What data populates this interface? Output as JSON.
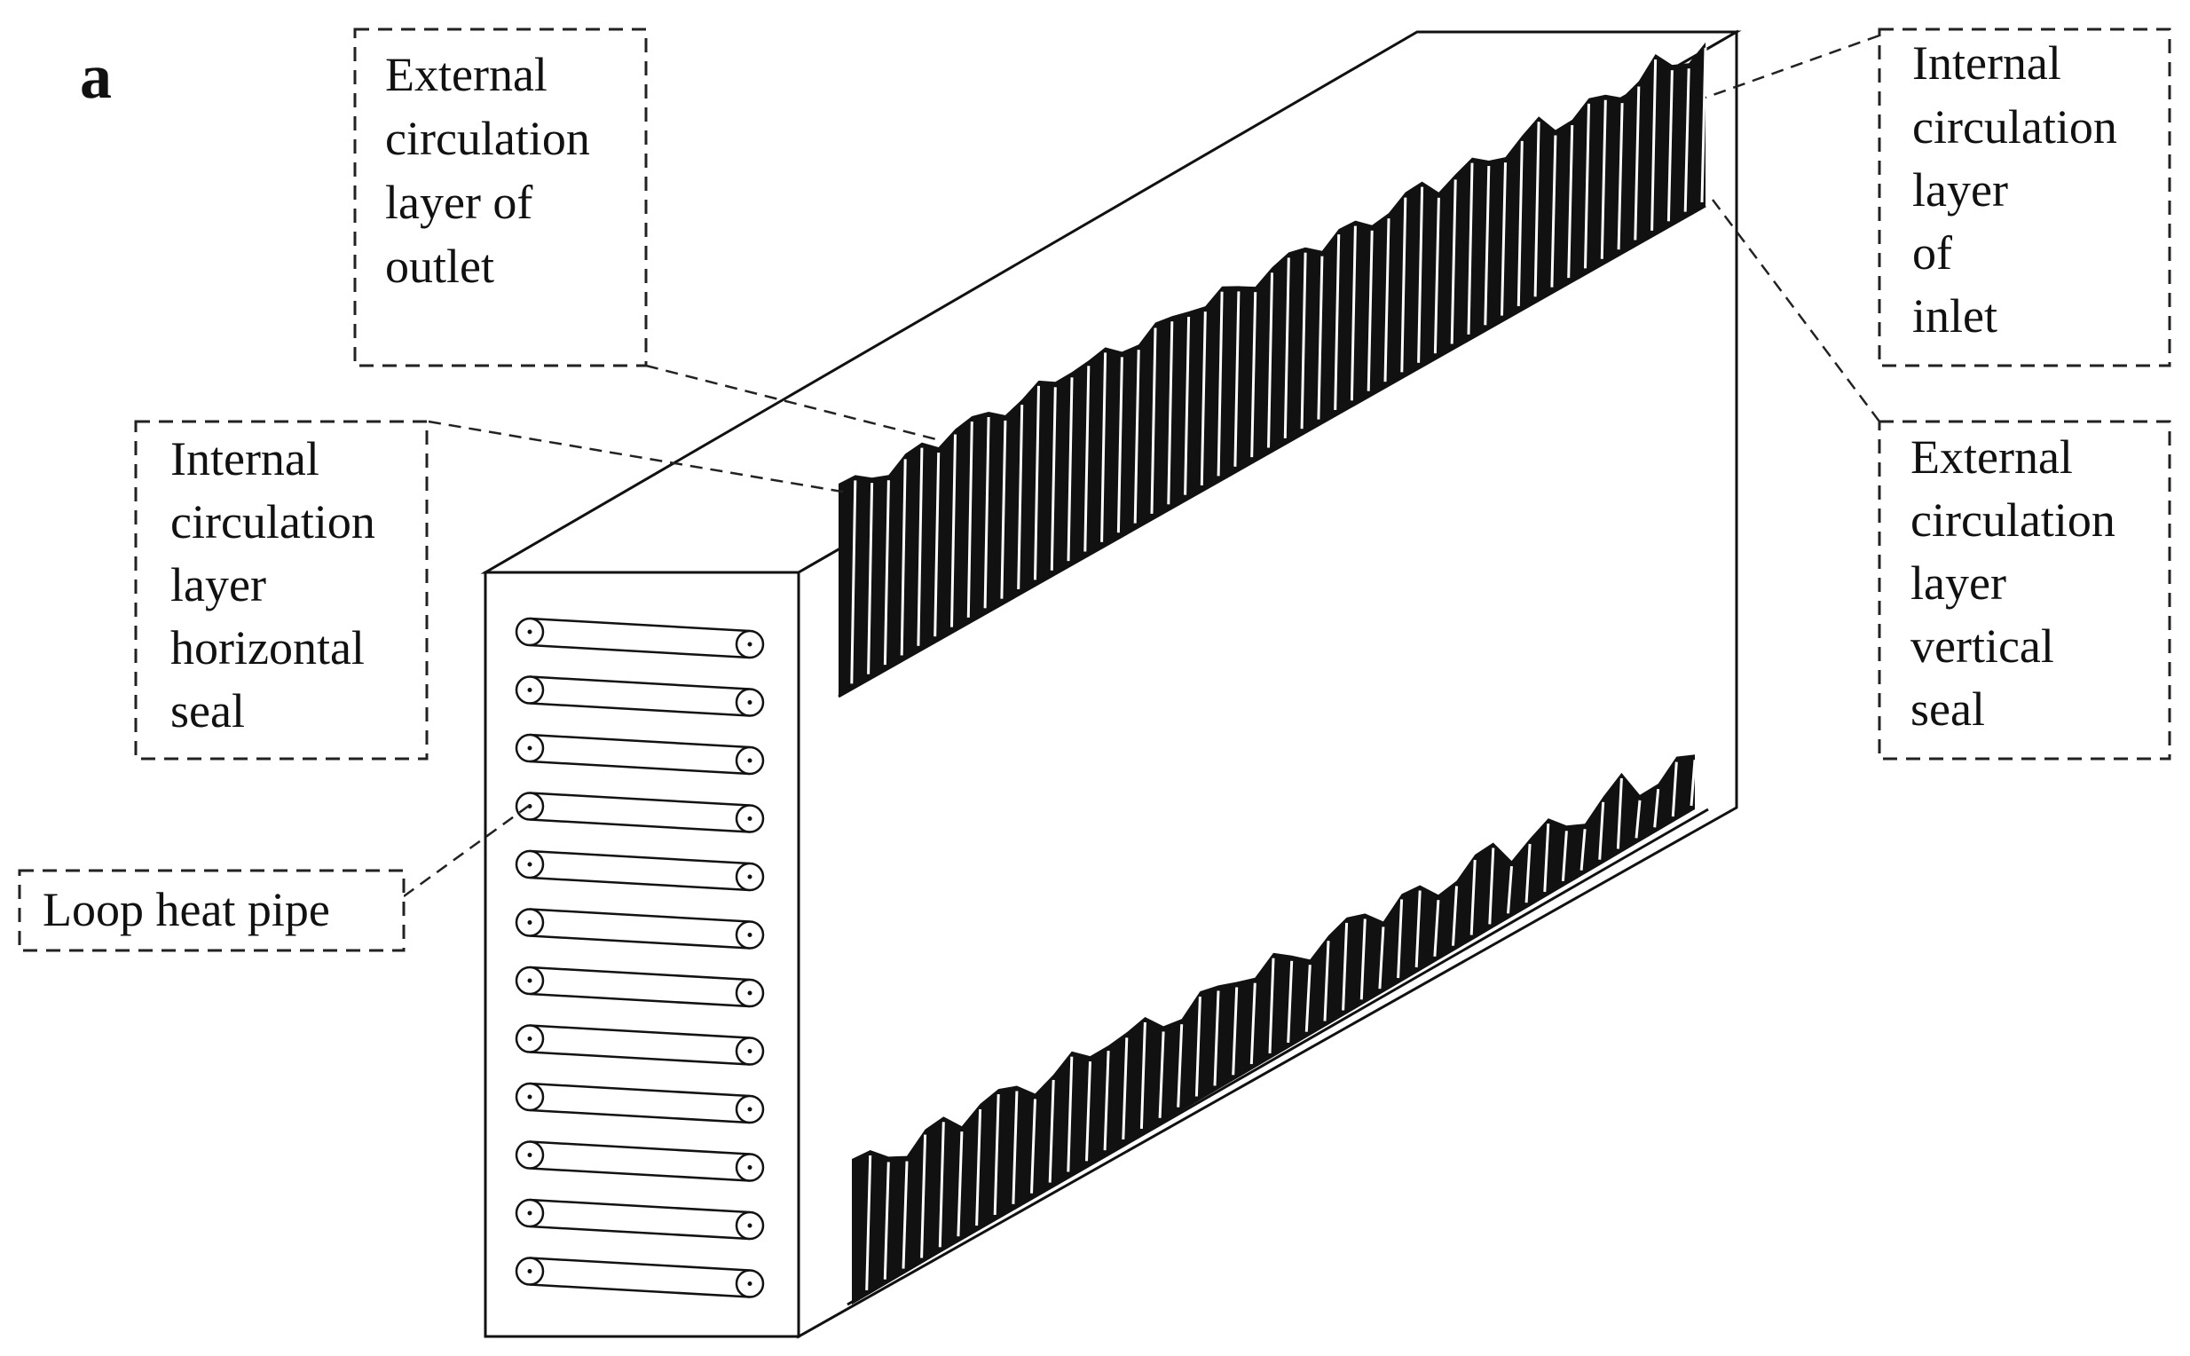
{
  "panel_label": "a",
  "callouts": {
    "external_outlet": [
      "External",
      "circulation",
      "layer of",
      "outlet"
    ],
    "internal_inlet": [
      "Internal",
      "circulation",
      "layer",
      "of",
      "inlet"
    ],
    "internal_horizontal_seal": [
      "Internal",
      "circulation",
      "layer",
      "horizontal",
      "seal"
    ],
    "external_vertical_seal": [
      "External",
      "circulation",
      "layer",
      "vertical",
      "seal"
    ],
    "loop_heat_pipe": [
      "Loop heat pipe"
    ]
  },
  "pipe_count": 12,
  "fin_count_upper": 52,
  "fin_count_lower": 46
}
